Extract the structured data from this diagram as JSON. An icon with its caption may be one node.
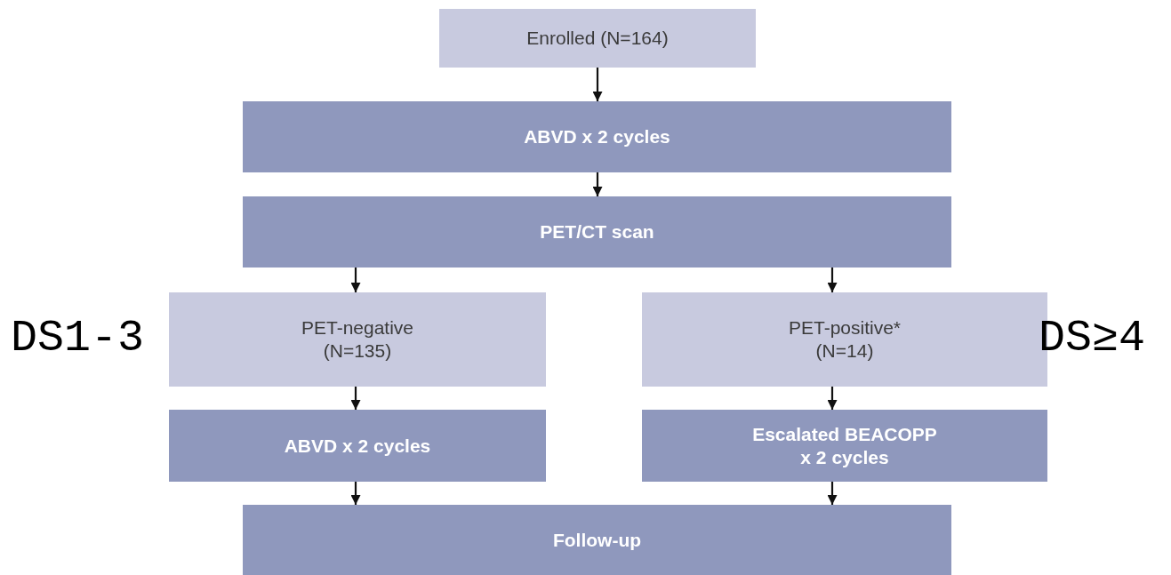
{
  "diagram": {
    "nodes": [
      {
        "text": [
          "Enrolled (N=164)"
        ]
      },
      {
        "text": [
          "ABVD x 2 cycles"
        ]
      },
      {
        "text": [
          "PET/CT scan"
        ]
      },
      {
        "text": [
          "PET-negative (N=135)"
        ],
        "beside": [
          "DS1-3"
        ]
      },
      {
        "text": [
          "PET-positive* (N=14)"
        ],
        "beside": [
          "DS≥4"
        ]
      },
      {
        "text": [
          "ABVD x 2 cycles"
        ]
      },
      {
        "text": [
          "Escalated BEACOPP x 2 cycles"
        ]
      },
      {
        "text": [
          "Follow-up"
        ]
      }
    ],
    "edges": [
      {
        "from": 0,
        "to": 1,
        "arrow": "to"
      },
      {
        "from": 1,
        "to": 2,
        "arrow": "to"
      },
      {
        "from": 2,
        "to": 3,
        "arrow": "to"
      },
      {
        "from": 2,
        "to": 4,
        "arrow": "to"
      },
      {
        "from": 3,
        "to": 5,
        "arrow": "to"
      },
      {
        "from": 4,
        "to": 6,
        "arrow": "to"
      },
      {
        "from": 5,
        "to": 7,
        "arrow": "to"
      },
      {
        "from": 6,
        "to": 7,
        "arrow": "to"
      }
    ]
  }
}
